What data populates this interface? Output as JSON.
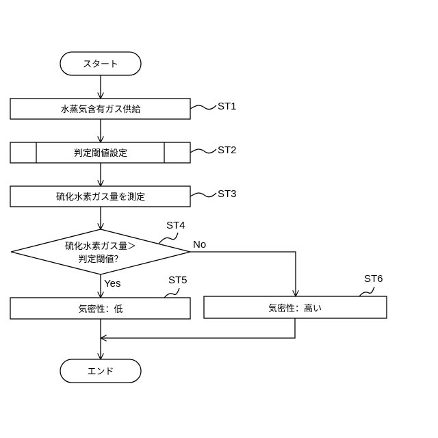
{
  "flowchart": {
    "start": "スタート",
    "end": "エンド",
    "steps": {
      "st1": {
        "label": "水蒸気含有ガス供給",
        "ref": "ST1"
      },
      "st2": {
        "label": "判定閾値設定",
        "ref": "ST2"
      },
      "st3": {
        "label": "硫化水素ガス量を測定",
        "ref": "ST3"
      },
      "st4": {
        "line1": "硫化水素ガス量＞",
        "line2": "判定閾値？",
        "ref": "ST4"
      },
      "st5": {
        "label": "気密性：低",
        "ref": "ST5"
      },
      "st6": {
        "label": "気密性：高い",
        "ref": "ST6"
      }
    },
    "branches": {
      "yes": "Yes",
      "no": "No"
    }
  }
}
